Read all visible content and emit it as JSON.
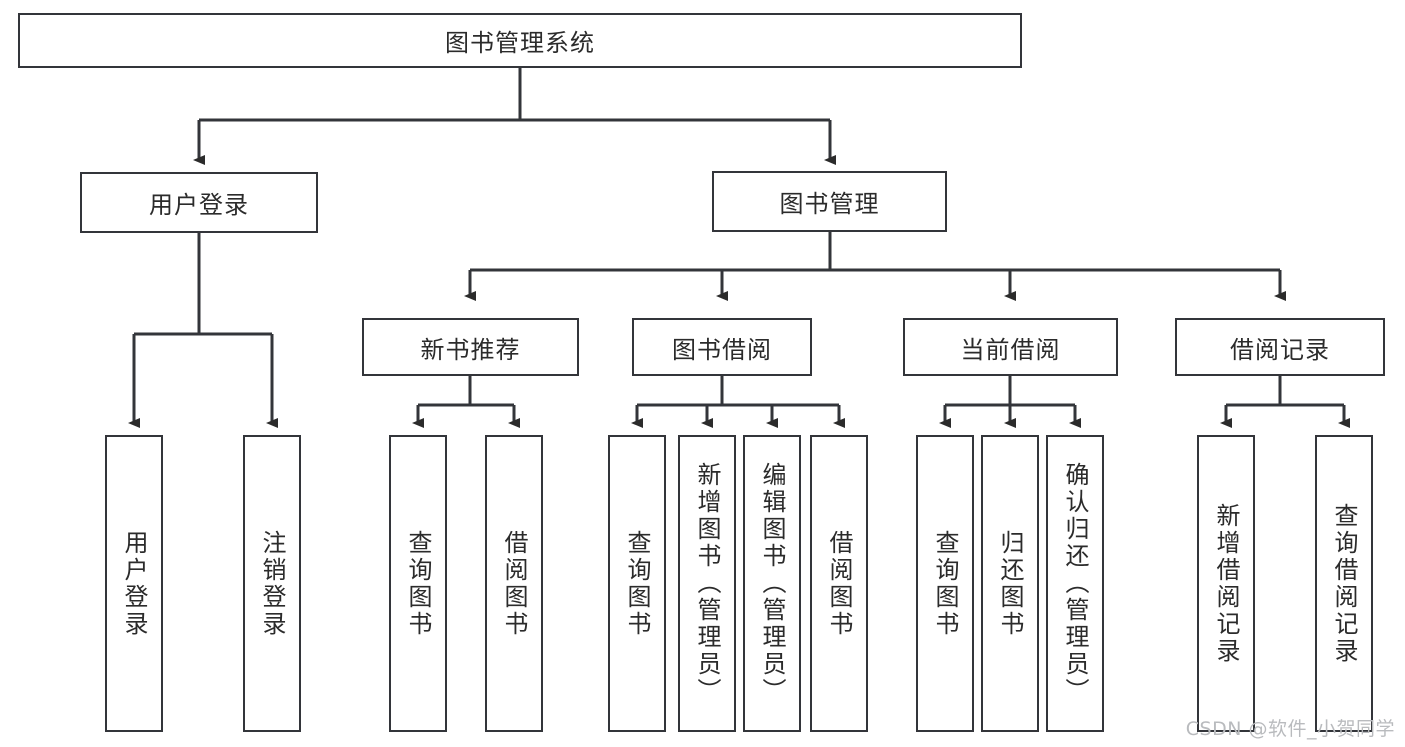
{
  "diagram": {
    "type": "tree",
    "title": "图书管理系统",
    "root": {
      "label": "图书管理系统"
    },
    "level1": [
      {
        "label": "用户登录"
      },
      {
        "label": "图书管理"
      }
    ],
    "level2": [
      {
        "label": "新书推荐"
      },
      {
        "label": "图书借阅"
      },
      {
        "label": "当前借阅"
      },
      {
        "label": "借阅记录"
      }
    ],
    "leaves": {
      "user_login": [
        {
          "label": "用户登录"
        },
        {
          "label": "注销登录"
        }
      ],
      "new_book_recommend": [
        {
          "label": "查询图书"
        },
        {
          "label": "借阅图书"
        }
      ],
      "book_borrow": [
        {
          "label": "查询图书"
        },
        {
          "label": "新增图书（管理员）"
        },
        {
          "label": "编辑图书（管理员）"
        },
        {
          "label": "借阅图书"
        }
      ],
      "current_borrow": [
        {
          "label": "查询图书"
        },
        {
          "label": "归还图书"
        },
        {
          "label": "确认归还（管理员）"
        }
      ],
      "borrow_record": [
        {
          "label": "新增借阅记录"
        },
        {
          "label": "查询借阅记录"
        }
      ]
    }
  },
  "watermark": {
    "text": "CSDN @软件_小贺同学"
  },
  "colors": {
    "stroke": "#33353a",
    "background": "#ffffff",
    "text": "#2b2b2b",
    "watermark": "#b9bbbe"
  }
}
